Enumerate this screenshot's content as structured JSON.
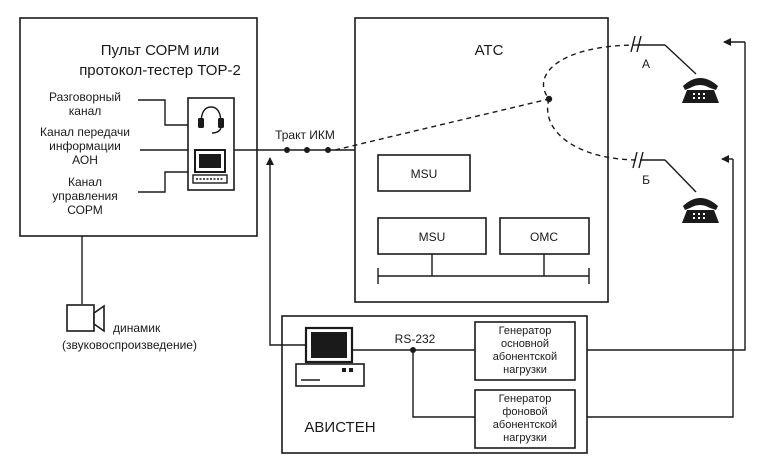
{
  "sorm_panel": {
    "title_line1": "Пульт СОРМ или",
    "title_line2": "протокол-тестер ТОР-2",
    "channels": [
      {
        "line1": "Разговорный",
        "line2": "канал",
        "line3": ""
      },
      {
        "line1": "Канал передачи",
        "line2": "информации",
        "line3": "АОН"
      },
      {
        "line1": "Канал",
        "line2": "управления",
        "line3": "СОРМ"
      }
    ]
  },
  "speaker": {
    "label_line1": "динамик",
    "label_line2": "(звуковоспроизведение)"
  },
  "trunk_label": "Тракт ИКМ",
  "ats": {
    "title": "АТС",
    "blocks": [
      "MSU",
      "MSU",
      "OMC"
    ],
    "line_a": "А",
    "line_b": "Б"
  },
  "avisten": {
    "title": "АВИСТЕН",
    "interface": "RS-232",
    "generator1": [
      "Генератор",
      "основной",
      "абонентской",
      "нагрузки"
    ],
    "generator2": [
      "Генератор",
      "фоновой",
      "абонентской",
      "нагрузки"
    ]
  },
  "icons": [
    "headset-icon",
    "computer-icon",
    "speaker-icon",
    "telephone-icon",
    "arrow-icon"
  ]
}
